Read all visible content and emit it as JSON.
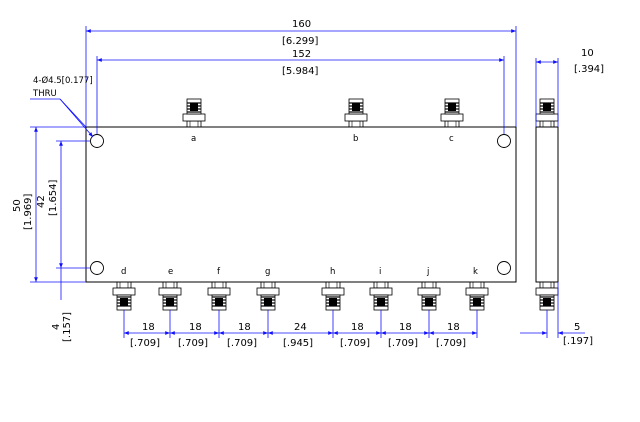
{
  "dimensions": {
    "overall_length": {
      "value": "160",
      "inch": "[6.299]"
    },
    "hole_spacing": {
      "value": "152",
      "inch": "[5.984]"
    },
    "depth": {
      "value": "10",
      "inch": "[.394]"
    },
    "height": {
      "value": "50",
      "inch": "[1.969]"
    },
    "hole_vertical": {
      "value": "42",
      "inch": "[1.654]"
    },
    "hole_offset": {
      "value": "4",
      "inch": "[.157]"
    },
    "connector_offset": {
      "value": "5",
      "inch": "[.197]"
    },
    "pitches": [
      {
        "value": "18",
        "inch": "[.709]"
      },
      {
        "value": "18",
        "inch": "[.709]"
      },
      {
        "value": "18",
        "inch": "[.709]"
      },
      {
        "value": "24",
        "inch": "[.945]"
      },
      {
        "value": "18",
        "inch": "[.709]"
      },
      {
        "value": "18",
        "inch": "[.709]"
      },
      {
        "value": "18",
        "inch": "[.709]"
      }
    ]
  },
  "hole_note": {
    "line1": "4-Ø4.5[0.177]",
    "line2": "THRU"
  },
  "top_ports": [
    "a",
    "b",
    "c"
  ],
  "bottom_ports": [
    "d",
    "e",
    "f",
    "g",
    "h",
    "i",
    "j",
    "k"
  ],
  "colors": {
    "line": "#000000",
    "dimension": "#1010ff"
  }
}
